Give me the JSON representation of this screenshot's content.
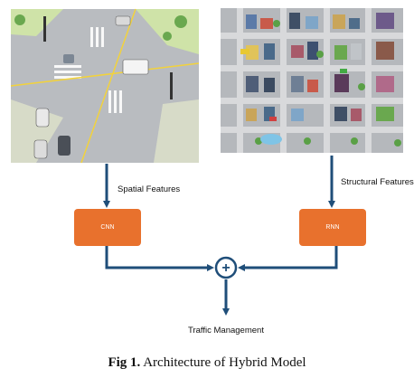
{
  "diagram": {
    "left_input": {
      "image": "street-intersection-image",
      "edge_label": "Spatial Features"
    },
    "right_input": {
      "image": "city-map-image",
      "edge_label": "Structural Features"
    },
    "left_model": {
      "label": "CNN"
    },
    "right_model": {
      "label": "RNN"
    },
    "fusion": {
      "symbol": "+"
    },
    "output": {
      "label": "Traffic Management"
    },
    "colors": {
      "box": "#e8712d",
      "arrow": "#1f4e79",
      "fusion_ring": "#1f4e79"
    }
  },
  "caption": {
    "prefix": "Fig 1.",
    "text": " Architecture of Hybrid Model"
  }
}
